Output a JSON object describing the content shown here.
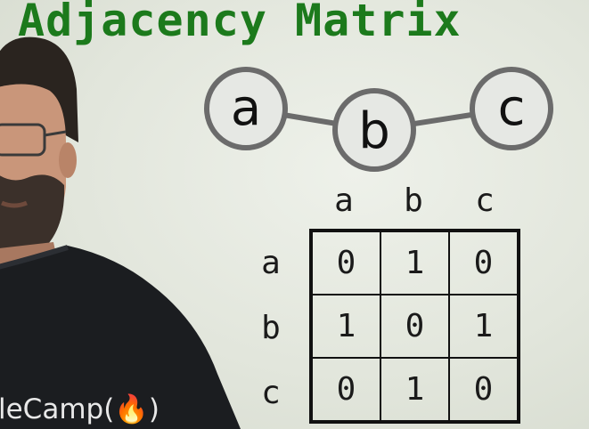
{
  "title": "Adjacency Matrix",
  "graph": {
    "nodes": [
      "a",
      "b",
      "c"
    ],
    "edges": [
      [
        "a",
        "b"
      ],
      [
        "b",
        "c"
      ]
    ]
  },
  "matrix": {
    "columns": [
      "a",
      "b",
      "c"
    ],
    "rows": [
      {
        "label": "a",
        "values": [
          "0",
          "1",
          "0"
        ]
      },
      {
        "label": "b",
        "values": [
          "1",
          "0",
          "1"
        ]
      },
      {
        "label": "c",
        "values": [
          "0",
          "1",
          "0"
        ]
      }
    ]
  },
  "shirt_text": "leCamp(",
  "colors": {
    "title": "#1c7a1c",
    "node_fill": "#e6e8e4",
    "node_stroke": "#6b6b6b"
  }
}
